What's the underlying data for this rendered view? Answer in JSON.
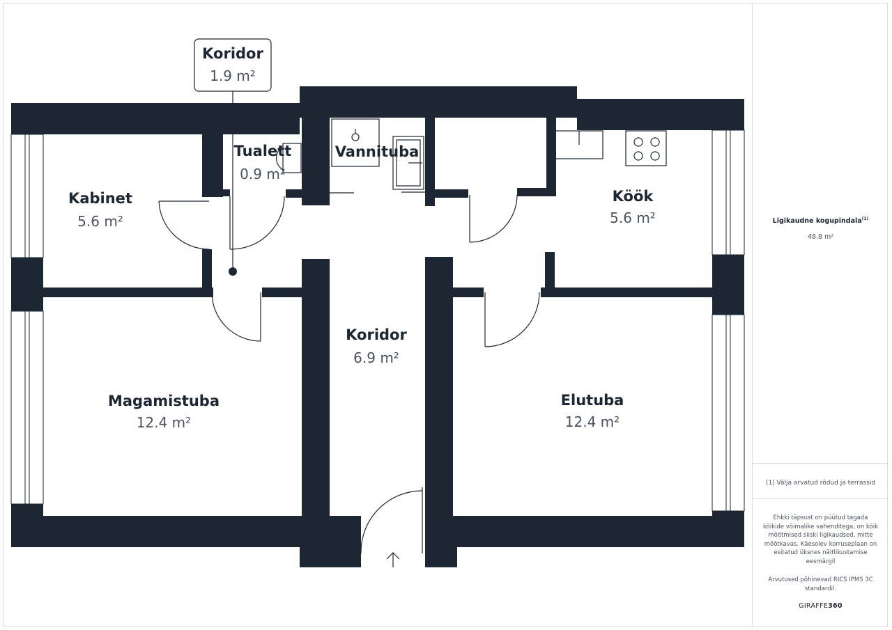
{
  "rooms": {
    "koridor_top": {
      "name": "Koridor",
      "area": "1.9 m²"
    },
    "tualett": {
      "name": "Tualett",
      "area": "0.9 m²"
    },
    "vannituba": {
      "name": "Vannituba"
    },
    "kabinet": {
      "name": "Kabinet",
      "area": "5.6 m²"
    },
    "kook": {
      "name": "Köök",
      "area": "5.6 m²"
    },
    "koridor": {
      "name": "Koridor",
      "area": "6.9 m²"
    },
    "magamistuba": {
      "name": "Magamistuba",
      "area": "12.4 m²"
    },
    "elutuba": {
      "name": "Elutuba",
      "area": "12.4 m²"
    }
  },
  "panel": {
    "total_label": "Ligikaudne kogupindala",
    "total_note": "(1)",
    "total_area": "48.8 m²",
    "footnote": "(1) Välja arvatud rõdud ja terrassid",
    "disclaimer": "Ehkki täpsust on püütud tagada kõikide võimalike vahenditega, on kõik mõõtmised siiski ligikaudsed, mitte mõõtkavas. Käesolev korruseplaan on esitatud üksnes näitlikustamise eesmärgil",
    "standard": "Arvutused põhinevad RICS IPMS 3C standardil.",
    "brand_light": "GIRAFFE",
    "brand_bold": "360"
  },
  "colors": {
    "wall": "#1d2633",
    "line": "#1d2633",
    "frame": "#d9dbde",
    "text": "#1d2633",
    "muted": "#4a5361"
  },
  "icons": [
    "entrance-arrow-icon",
    "sink-icon",
    "stove-icon",
    "toilet-icon",
    "shower-icon"
  ]
}
